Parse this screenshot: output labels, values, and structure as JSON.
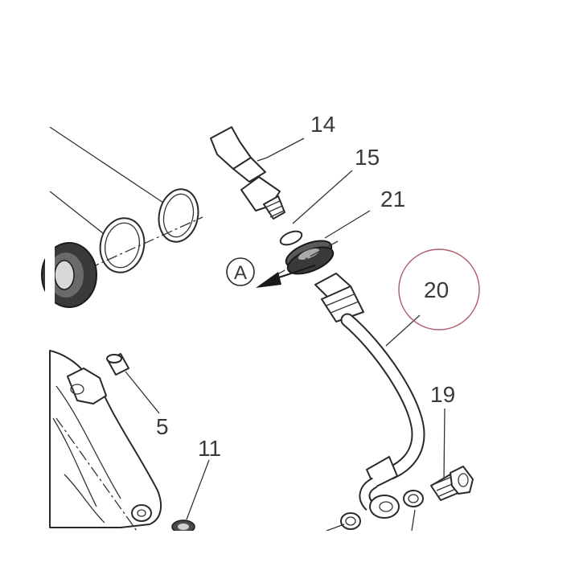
{
  "callouts": {
    "c14": "14",
    "c15": "15",
    "c21": "21",
    "c20": "20",
    "c19": "19",
    "c5": "5",
    "c11": "11"
  },
  "reference": {
    "label": "A"
  },
  "highlight_color": "#b05a6a"
}
